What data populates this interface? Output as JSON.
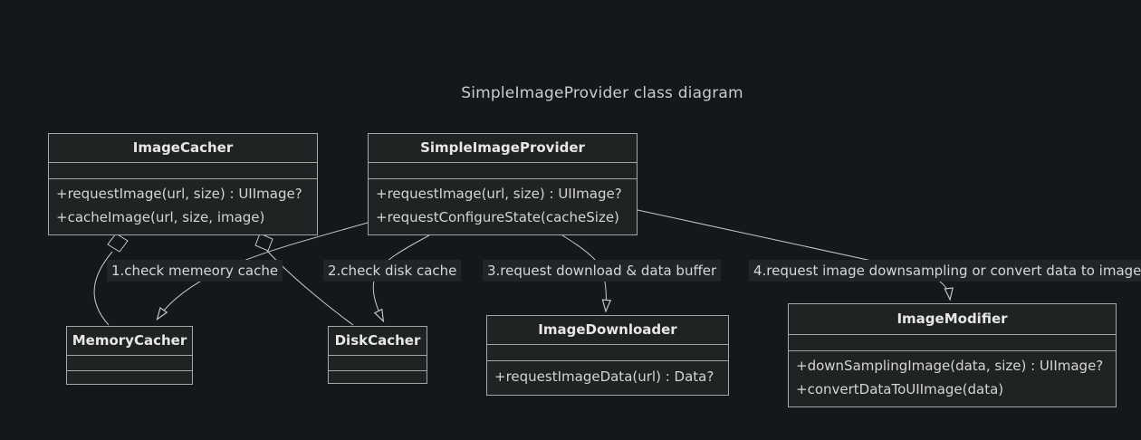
{
  "page": {
    "title": "SimpleImageProvider class diagram"
  },
  "colors": {
    "background": "#14171b",
    "box_fill": "#1f2323",
    "box_border": "#a6a6a6",
    "edge_line": "#c9c9c9",
    "edge_label_background": "#20252a",
    "text": "#d6d4d4"
  },
  "classes": [
    {
      "title": "ImageCacher",
      "attributes": [],
      "methods": [
        "+requestImage(url, size) : UIImage?",
        "+cacheImage(url, size, image)"
      ]
    },
    {
      "title": "SimpleImageProvider",
      "attributes": [],
      "methods": [
        "+requestImage(url, size) : UIImage?",
        "+requestConfigureState(cacheSize)"
      ]
    },
    {
      "title": "MemoryCacher",
      "attributes": [],
      "methods": []
    },
    {
      "title": "DiskCacher",
      "attributes": [],
      "methods": []
    },
    {
      "title": "ImageDownloader",
      "attributes": [],
      "methods": [
        "+requestImageData(url) : Data?"
      ]
    },
    {
      "title": "ImageModifier",
      "attributes": [],
      "methods": [
        "+downSamplingImage(data, size) : UIImage?",
        "+convertDataToUIImage(data)"
      ]
    }
  ],
  "relationships": [
    {
      "from": "ImageCacher",
      "to": "MemoryCacher",
      "type": "aggregation",
      "label": ""
    },
    {
      "from": "ImageCacher",
      "to": "DiskCacher",
      "type": "aggregation",
      "label": ""
    },
    {
      "from": "SimpleImageProvider",
      "to": "MemoryCacher",
      "type": "dependency-arrow",
      "label": "1.check memeory cache"
    },
    {
      "from": "SimpleImageProvider",
      "to": "DiskCacher",
      "type": "dependency-arrow",
      "label": "2.check disk cache"
    },
    {
      "from": "SimpleImageProvider",
      "to": "ImageDownloader",
      "type": "dependency-arrow",
      "label": "3.request download & data buffer"
    },
    {
      "from": "SimpleImageProvider",
      "to": "ImageModifier",
      "type": "dependency-arrow",
      "label": "4.request image downsampling or convert data to image"
    }
  ]
}
